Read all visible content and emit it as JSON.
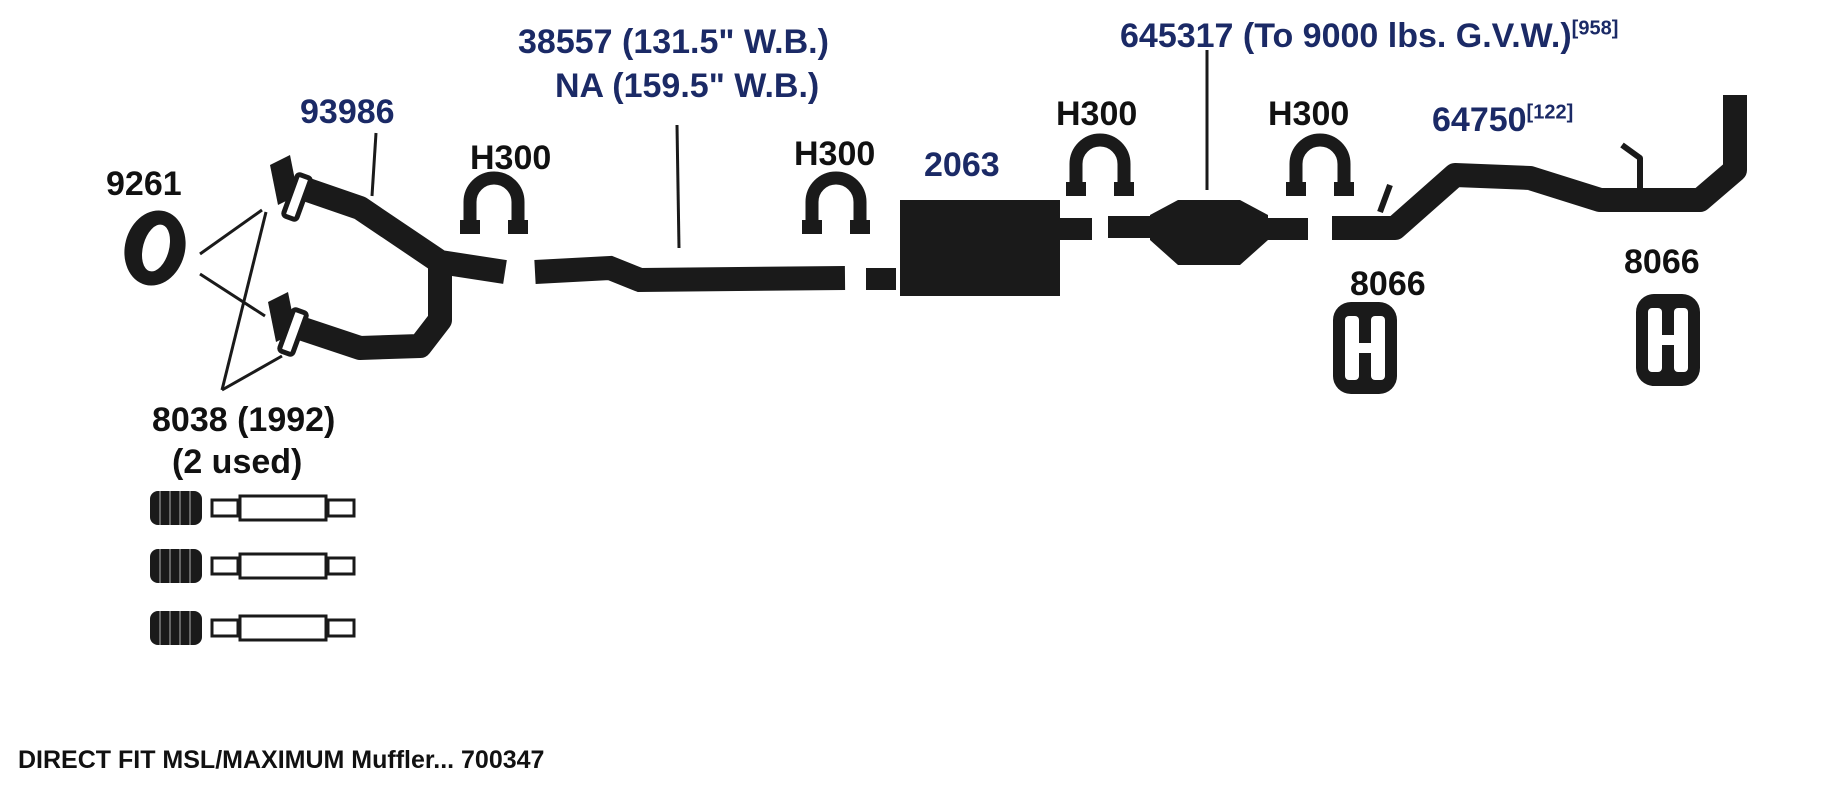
{
  "parts": {
    "pipe_38557": "38557 (131.5\" W.B.)",
    "pipe_na": "NA (159.5\" W.B.)",
    "converter_645317": "645317 (To 9000 lbs. G.V.W.)",
    "converter_645317_note": "[958]",
    "pipe_93986": "93986",
    "gasket_9261": "9261",
    "clamp_1": "H300",
    "clamp_2": "H300",
    "clamp_3": "H300",
    "clamp_4": "H300",
    "muffler_2063": "2063",
    "tailpipe_64750": "64750",
    "tailpipe_64750_note": "[122]",
    "hanger_1": "8066",
    "hanger_2": "8066",
    "bolt_kit_8038": "8038 (1992)",
    "bolt_kit_qty": "(2 used)"
  },
  "caption": "DIRECT FIT MSL/MAXIMUM Muffler... 700347",
  "colors": {
    "part_number_blue": "#1b2a66",
    "part_number_black": "#111111",
    "component_fill": "#1a1a1a"
  }
}
